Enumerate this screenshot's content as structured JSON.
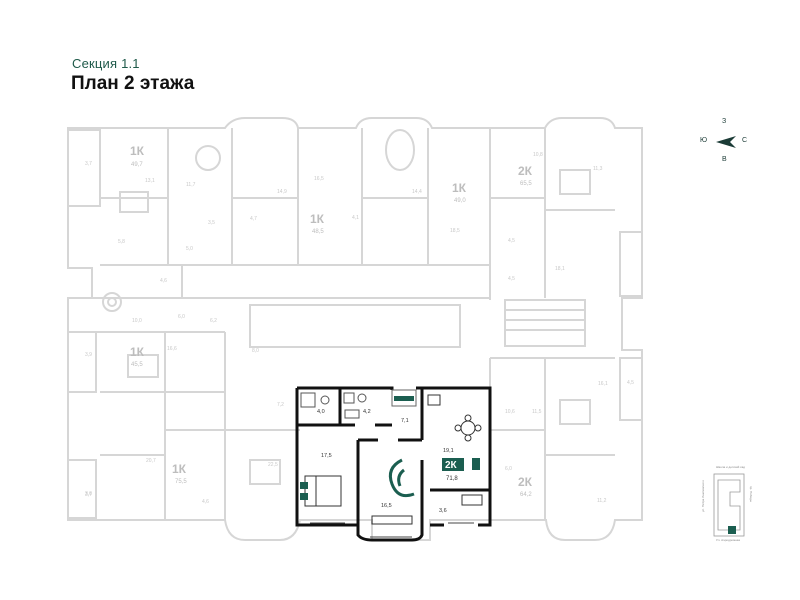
{
  "header": {
    "section_label": "Секция 1.1",
    "floor_title": "План 2 этажа"
  },
  "compass": {
    "north": "С",
    "south": "Ю",
    "east": "В",
    "west": "З"
  },
  "colors": {
    "accent": "#1b5e50",
    "faded": "#d4d4d4",
    "wall": "#111111",
    "title": "#111111"
  },
  "apartments": [
    {
      "type": "1К",
      "area": "49,7"
    },
    {
      "type": "1К",
      "area": "45,5"
    },
    {
      "type": "1К",
      "area": "49,0"
    },
    {
      "type": "2К",
      "area": "65,5"
    },
    {
      "type": "1К",
      "area": "48,5"
    },
    {
      "type": "1К",
      "area": "75,5"
    },
    {
      "type": "2К",
      "area": "64,2"
    }
  ],
  "selected": {
    "type": "2К",
    "area": "71,8",
    "rooms": {
      "bath1": "4,0",
      "bath2": "4,2",
      "hall": "7,1",
      "bedroom": "17,5",
      "living": "19,1",
      "kitchen": "16,5",
      "balcony": "3,6"
    }
  },
  "faded_rooms": [
    "3,7",
    "13,1",
    "5,8",
    "5,0",
    "11,7",
    "3,5",
    "4,7",
    "14,9",
    "16,5",
    "4,1",
    "14,4",
    "18,5",
    "11,3",
    "10,8",
    "4,5",
    "18,1",
    "4,5",
    "4,6",
    "10,0",
    "6,0",
    "6,2",
    "3,9",
    "16,6",
    "8,0",
    "3,6",
    "22,5",
    "16,1",
    "4,5",
    "11,5",
    "10,6",
    "6,0",
    "11,2",
    "3,7",
    "20,7",
    "4,6",
    "7,2"
  ],
  "keyplan": {
    "label_top": "Школа и детский сад",
    "label_left": "ул. Петра Ламповского",
    "label_bottom": "Ул. Аэродромная",
    "label_right": "пр. Победы"
  }
}
